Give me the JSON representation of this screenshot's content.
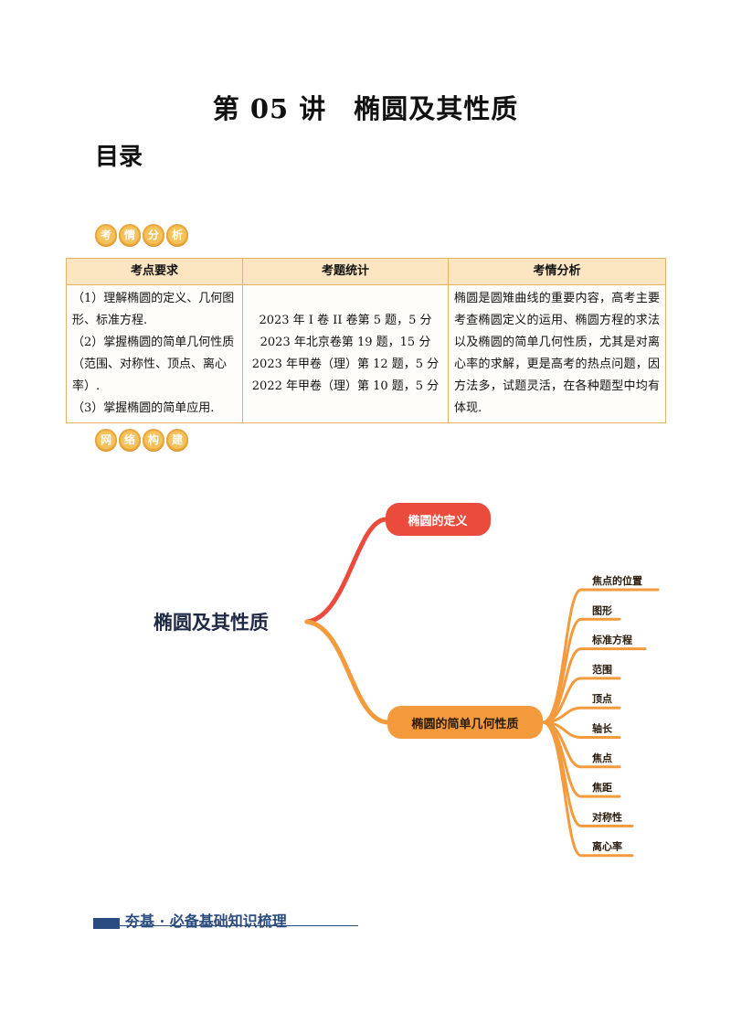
{
  "title": "第 05 讲　椭圆及其性质",
  "toc": "目录",
  "badge1": [
    "考",
    "情",
    "分",
    "析"
  ],
  "badge2": [
    "网",
    "络",
    "构",
    "建"
  ],
  "table": {
    "headers": [
      "考点要求",
      "考题统计",
      "考情分析"
    ],
    "requirements": [
      "（1）理解椭圆的定义、几何图形、标准方程.",
      "（2）掌握椭圆的简单几何性质（范围、对称性、顶点、离心率）.",
      "（3）掌握椭圆的简单应用."
    ],
    "stats": [
      "2023 年 I 卷 II 卷第 5 题，5 分",
      "2023 年北京卷第 19 题，15 分",
      "2023 年甲卷（理）第 12 题，5 分",
      "2022 年甲卷（理）第 10 题，5 分"
    ],
    "analysis": "椭圆是圆雉曲线的重要内容，高考主要考查椭圆定义的运用、椭圆方程的求法以及椭圆的简单几何性质，尤其是对离心率的求解，更是高考的热点问题，因方法多，试题灵活，在各种题型中均有体现."
  },
  "mindmap": {
    "root": "椭圆及其性质",
    "branch1": "椭圆的定义",
    "branch2": "椭圆的简单几何性质",
    "leaves": [
      "焦点的位置",
      "图形",
      "标准方程",
      "范围",
      "顶点",
      "轴长",
      "焦点",
      "焦距",
      "对称性",
      "离心率"
    ],
    "colors": {
      "branch1": "#ea4b3c",
      "branch2": "#f39a3d",
      "root_text": "#1f2a44"
    }
  },
  "section": "夯基 · 必备基础知识梳理"
}
